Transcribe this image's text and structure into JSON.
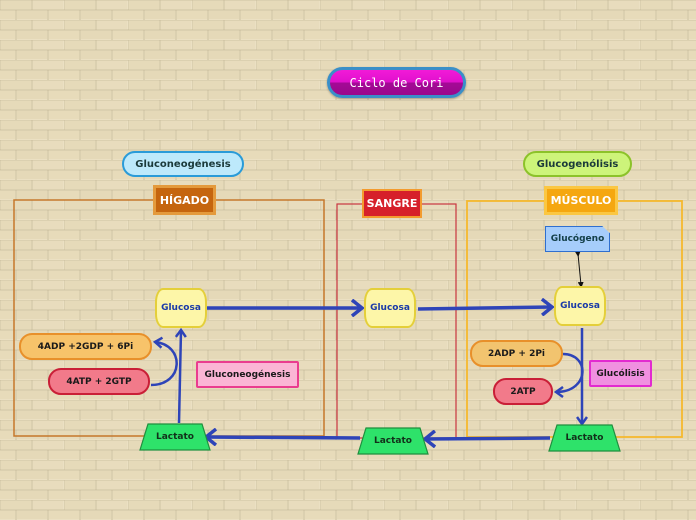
{
  "title": "Ciclo de Cori",
  "colors": {
    "flow_arrow": "#2e44b8",
    "higado_border": "#c5772a",
    "sangre_border": "#c93640",
    "musculo_border": "#f5b92e"
  },
  "sections": {
    "higado": {
      "label": "HÍGADO",
      "process": "Gluconeogénesis"
    },
    "sangre": {
      "label": "SANGRE"
    },
    "musculo": {
      "label": "MÚSCULO",
      "process": "Glucogenólisis"
    }
  },
  "nodes": {
    "glucosa_higado": "Glucosa",
    "glucosa_sangre": "Glucosa",
    "glucosa_musculo": "Glucosa",
    "glucogeno": "Glucógeno",
    "lactato_higado": "Lactato",
    "lactato_sangre": "Lactato",
    "lactato_musculo": "Lactato"
  },
  "energy": {
    "higado_out": "4ADP +2GDP + 6Pi",
    "higado_in": "4ATP + 2GTP",
    "musculo_in": "2ADP + 2Pi",
    "musculo_out": "2ATP"
  },
  "tags": {
    "higado_pathway": "Gluconeogénesis",
    "musculo_pathway": "Glucólisis"
  }
}
